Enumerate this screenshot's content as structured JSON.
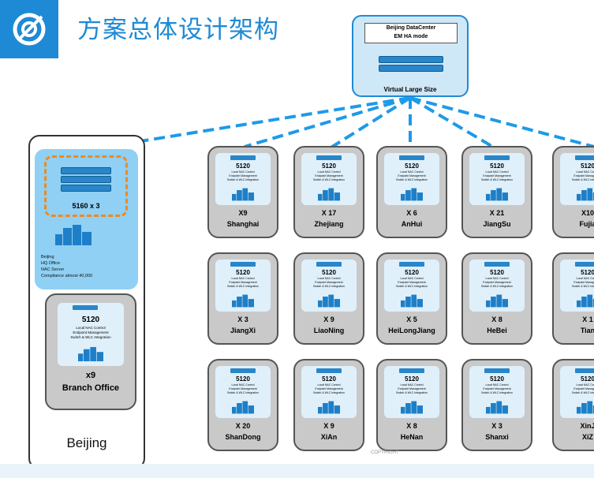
{
  "header": {
    "title": "方案总体设计架构",
    "logo_icon": "target-icon",
    "brand_color": "#1e8ad6"
  },
  "datacenter": {
    "label_line1": "Beijing DataCenter",
    "label_line2": "EM HA mode",
    "size_label": "Virtual Large Size"
  },
  "hq": {
    "server_label": "5160 x 3",
    "info": [
      "Beijing",
      "HQ Office",
      "NAC Server",
      "Compliance almost 40,000"
    ]
  },
  "branch": {
    "model": "5120",
    "desc": [
      "Local NAC Control",
      "Endpoint Management",
      "Switch & WLC Integration"
    ],
    "count": "x9",
    "name": "Branch Office"
  },
  "region_label": "Beijing",
  "node_template": {
    "model": "5120",
    "desc": [
      "Local NAC Control",
      "Endpoint Management",
      "Switch & WLC Integration"
    ]
  },
  "nodes": [
    {
      "count": "X9",
      "city": "Shanghai"
    },
    {
      "count": "X 17",
      "city": "Zhejiang"
    },
    {
      "count": "X 6",
      "city": "AnHui"
    },
    {
      "count": "X 21",
      "city": "JiangSu"
    },
    {
      "count": "X10",
      "city": "Fujia"
    },
    {
      "count": "X 3",
      "city": "JiangXi"
    },
    {
      "count": "X 9",
      "city": "LiaoNing"
    },
    {
      "count": "X 5",
      "city": "HeiLongJiang"
    },
    {
      "count": "X 8",
      "city": "HeBei"
    },
    {
      "count": "X 1",
      "city": "Tian"
    },
    {
      "count": "X 20",
      "city": "ShanDong"
    },
    {
      "count": "X 9",
      "city": "XiAn"
    },
    {
      "count": "X 8",
      "city": "HeNan"
    },
    {
      "count": "X 3",
      "city": "Shanxi"
    },
    {
      "count": "XinJ",
      "city": "XiZ"
    }
  ],
  "footer_note": "COPYRIGHT"
}
